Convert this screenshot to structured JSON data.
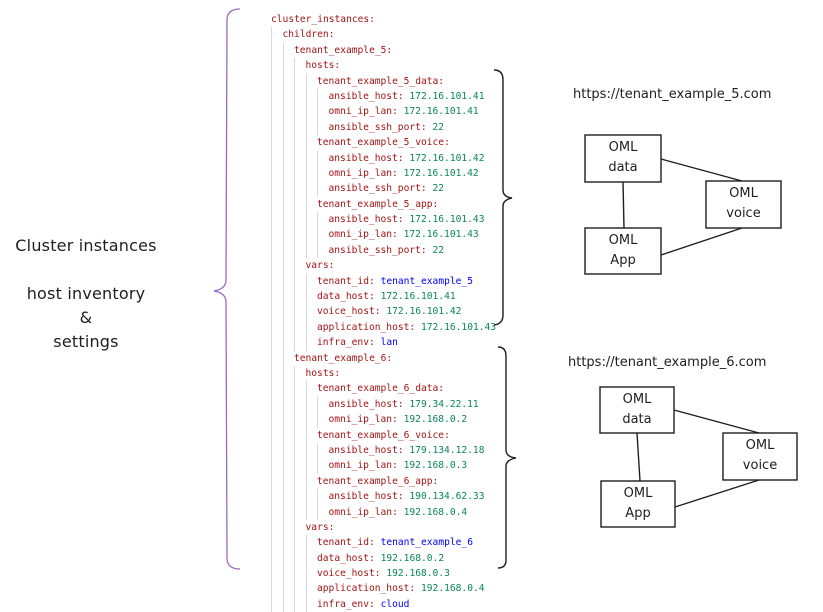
{
  "left_label": {
    "title": "Cluster instances",
    "line1": "host inventory",
    "line2": "&",
    "line3": "settings"
  },
  "colors": {
    "key": "#a31515",
    "number": "#098658",
    "string": "#0000ff",
    "brace_left": "#9b6bbd",
    "brace_right": "#1e1e1e"
  },
  "yaml_lines": [
    {
      "indent": 0,
      "key": "cluster_instances",
      "value": "",
      "type": ""
    },
    {
      "indent": 1,
      "key": "children",
      "value": "",
      "type": ""
    },
    {
      "indent": 2,
      "key": "tenant_example_5",
      "value": "",
      "type": ""
    },
    {
      "indent": 3,
      "key": "hosts",
      "value": "",
      "type": ""
    },
    {
      "indent": 4,
      "key": "tenant_example_5_data",
      "value": "",
      "type": ""
    },
    {
      "indent": 5,
      "key": "ansible_host",
      "value": "172.16.101.41",
      "type": "n"
    },
    {
      "indent": 5,
      "key": "omni_ip_lan",
      "value": "172.16.101.41",
      "type": "n"
    },
    {
      "indent": 5,
      "key": "ansible_ssh_port",
      "value": "22",
      "type": "n"
    },
    {
      "indent": 4,
      "key": "tenant_example_5_voice",
      "value": "",
      "type": ""
    },
    {
      "indent": 5,
      "key": "ansible_host",
      "value": "172.16.101.42",
      "type": "n"
    },
    {
      "indent": 5,
      "key": "omni_ip_lan",
      "value": "172.16.101.42",
      "type": "n"
    },
    {
      "indent": 5,
      "key": "ansible_ssh_port",
      "value": "22",
      "type": "n"
    },
    {
      "indent": 4,
      "key": "tenant_example_5_app",
      "value": "",
      "type": ""
    },
    {
      "indent": 5,
      "key": "ansible_host",
      "value": "172.16.101.43",
      "type": "n"
    },
    {
      "indent": 5,
      "key": "omni_ip_lan",
      "value": "172.16.101.43",
      "type": "n"
    },
    {
      "indent": 5,
      "key": "ansible_ssh_port",
      "value": "22",
      "type": "n"
    },
    {
      "indent": 3,
      "key": "vars",
      "value": "",
      "type": ""
    },
    {
      "indent": 4,
      "key": "tenant_id",
      "value": "tenant_example_5",
      "type": "s"
    },
    {
      "indent": 4,
      "key": "data_host",
      "value": "172.16.101.41",
      "type": "n"
    },
    {
      "indent": 4,
      "key": "voice_host",
      "value": "172.16.101.42",
      "type": "n"
    },
    {
      "indent": 4,
      "key": "application_host",
      "value": "172.16.101.43",
      "type": "n"
    },
    {
      "indent": 4,
      "key": "infra_env",
      "value": "lan",
      "type": "s"
    },
    {
      "indent": 2,
      "key": "tenant_example_6",
      "value": "",
      "type": ""
    },
    {
      "indent": 3,
      "key": "hosts",
      "value": "",
      "type": ""
    },
    {
      "indent": 4,
      "key": "tenant_example_6_data",
      "value": "",
      "type": ""
    },
    {
      "indent": 5,
      "key": "ansible_host",
      "value": "179.34.22.11",
      "type": "n"
    },
    {
      "indent": 5,
      "key": "omni_ip_lan",
      "value": "192.168.0.2",
      "type": "n"
    },
    {
      "indent": 4,
      "key": "tenant_example_6_voice",
      "value": "",
      "type": ""
    },
    {
      "indent": 5,
      "key": "ansible_host",
      "value": "179.134.12.18",
      "type": "n"
    },
    {
      "indent": 5,
      "key": "omni_ip_lan",
      "value": "192.168.0.3",
      "type": "n"
    },
    {
      "indent": 4,
      "key": "tenant_example_6_app",
      "value": "",
      "type": ""
    },
    {
      "indent": 5,
      "key": "ansible_host",
      "value": "190.134.62.33",
      "type": "n"
    },
    {
      "indent": 5,
      "key": "omni_ip_lan",
      "value": "192.168.0.4",
      "type": "n"
    },
    {
      "indent": 3,
      "key": "vars",
      "value": "",
      "type": ""
    },
    {
      "indent": 4,
      "key": "tenant_id",
      "value": "tenant_example_6",
      "type": "s"
    },
    {
      "indent": 4,
      "key": "data_host",
      "value": "192.168.0.2",
      "type": "n"
    },
    {
      "indent": 4,
      "key": "voice_host",
      "value": "192.168.0.3",
      "type": "n"
    },
    {
      "indent": 4,
      "key": "application_host",
      "value": "192.168.0.4",
      "type": "n"
    },
    {
      "indent": 4,
      "key": "infra_env",
      "value": "cloud",
      "type": "s"
    }
  ],
  "tenants": [
    {
      "url": "https://tenant_example_5.com",
      "nodes": {
        "data": [
          "OML",
          "data"
        ],
        "app": [
          "OML",
          "App"
        ],
        "voice": [
          "OML",
          "voice"
        ]
      }
    },
    {
      "url": "https://tenant_example_6.com",
      "nodes": {
        "data": [
          "OML",
          "data"
        ],
        "app": [
          "OML",
          "App"
        ],
        "voice": [
          "OML",
          "voice"
        ]
      }
    }
  ]
}
